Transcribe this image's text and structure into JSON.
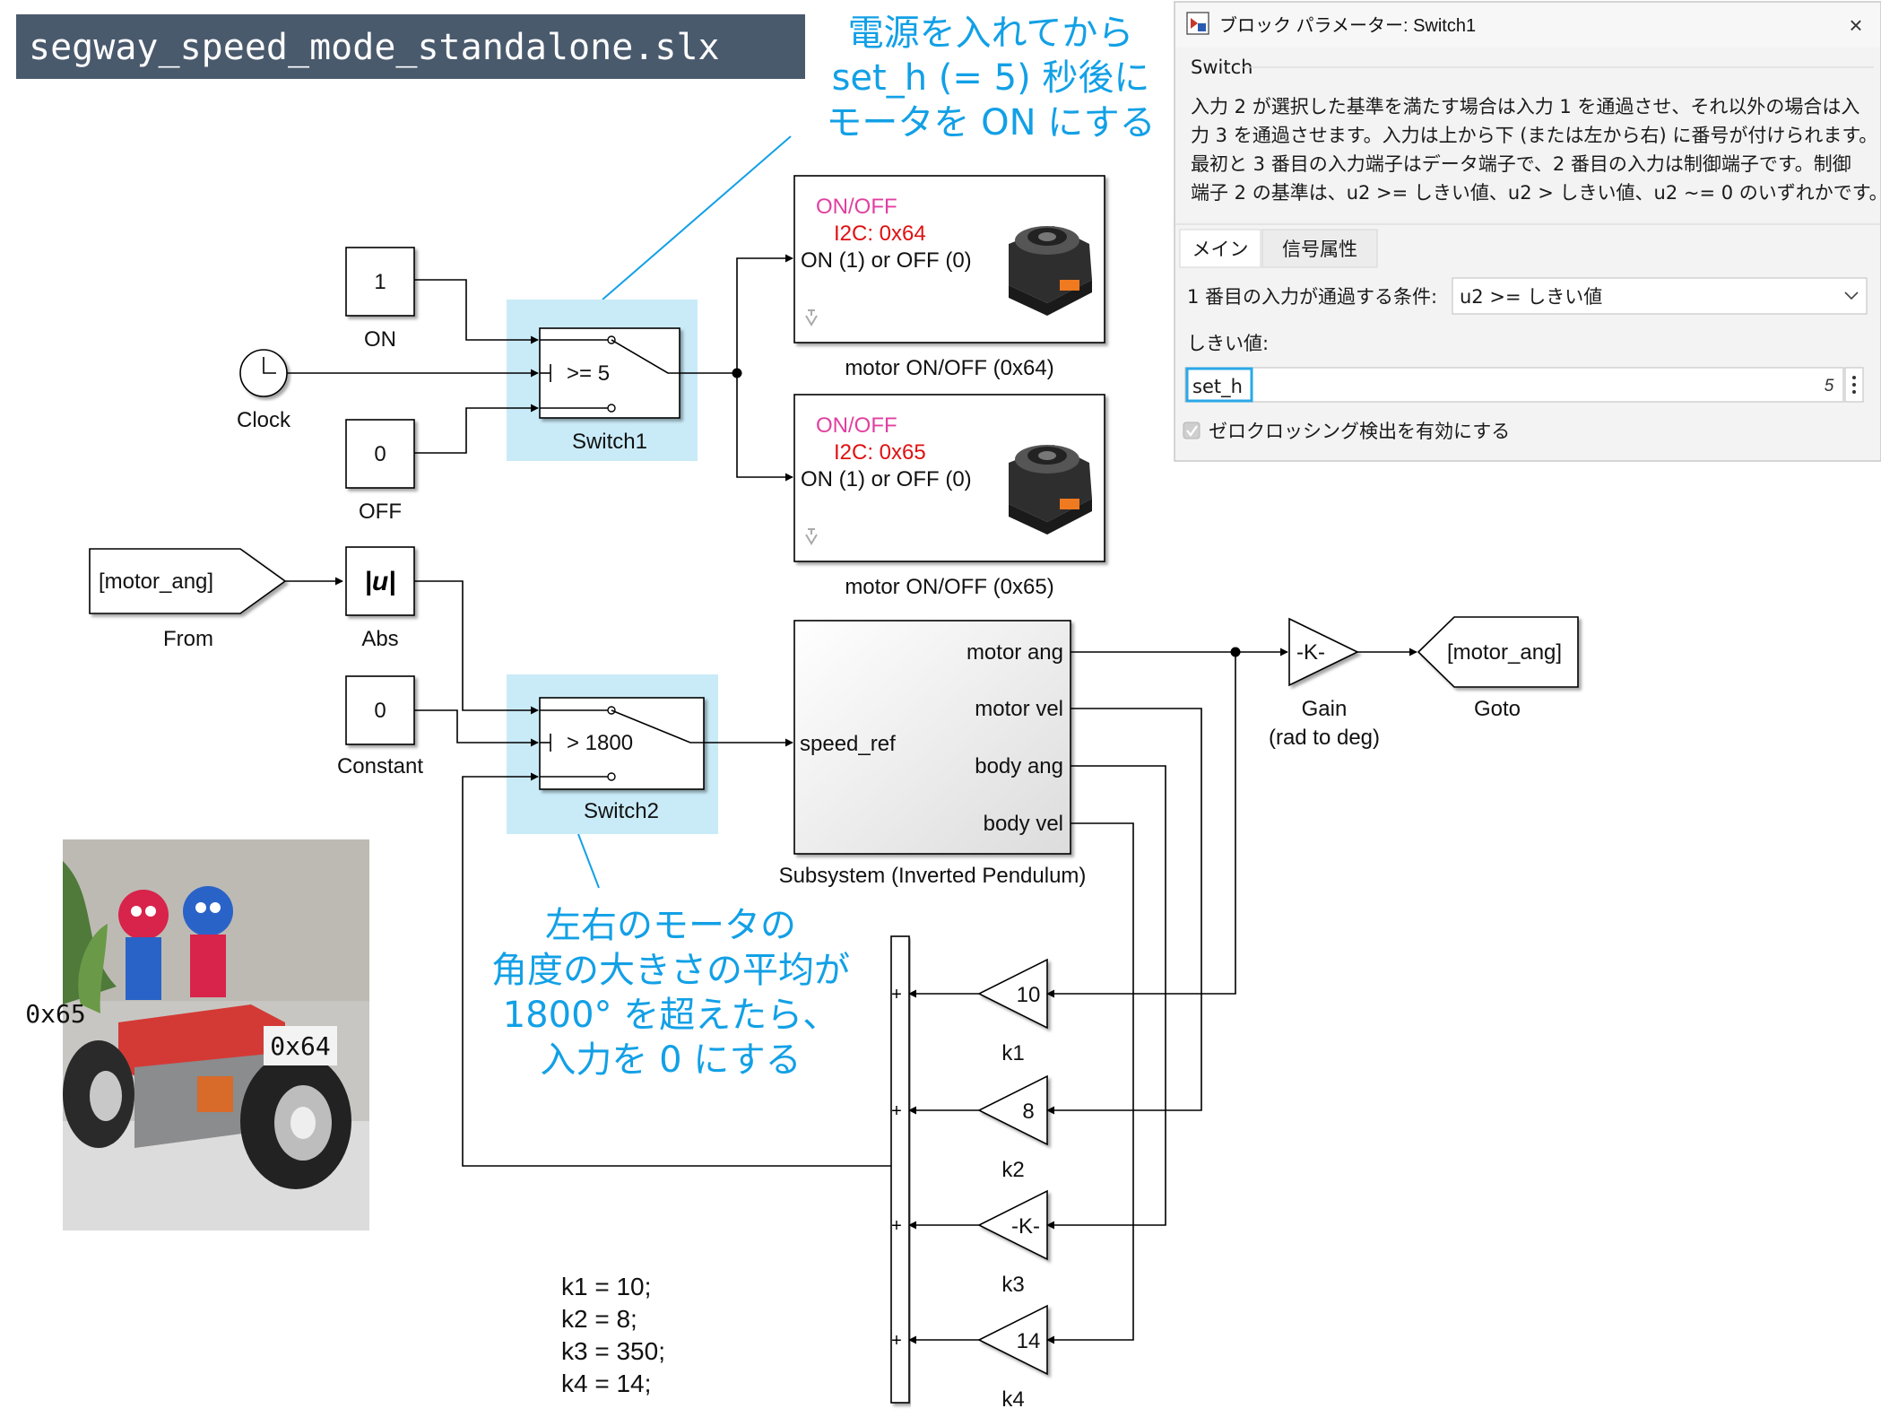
{
  "title_tag": "segway_speed_mode_standalone.slx",
  "annotations": {
    "top": [
      "電源を入れてから",
      "set_h (= 5) 秒後に",
      "モータを ON にする"
    ],
    "middle": [
      "左右のモータの",
      "角度の大きさの平均が",
      "1800° を超えたら、",
      "入力を 0 にする"
    ]
  },
  "blocks": {
    "const_on": {
      "value": "1",
      "name": "ON"
    },
    "clock": {
      "name": "Clock"
    },
    "const_off": {
      "value": "0",
      "name": "OFF"
    },
    "switch1": {
      "cond": ">= 5",
      "name": "Switch1"
    },
    "motor64": {
      "line1": "ON/OFF",
      "line2": "I2C: 0x64",
      "line3": "ON (1) or OFF (0)",
      "name": "motor ON/OFF (0x64)"
    },
    "motor65": {
      "line1": "ON/OFF",
      "line2": "I2C: 0x65",
      "line3": "ON (1) or OFF (0)",
      "name": "motor ON/OFF (0x65)"
    },
    "from": {
      "tag": "[motor_ang]",
      "name": "From"
    },
    "abs": {
      "value": "|u|",
      "name": "Abs"
    },
    "const0": {
      "value": "0",
      "name": "Constant"
    },
    "switch2": {
      "cond": "> 1800",
      "name": "Switch2"
    },
    "subsystem": {
      "in": "speed_ref",
      "out1": "motor ang",
      "out2": "motor vel",
      "out3": "body ang",
      "out4": "body vel",
      "name": "Subsystem (Inverted Pendulum)"
    },
    "gain": {
      "value": "-K-",
      "name1": "Gain",
      "name2": "(rad to deg)"
    },
    "goto": {
      "tag": "[motor_ang]",
      "name": "Goto"
    },
    "k1": {
      "value": "10",
      "name": "k1"
    },
    "k2": {
      "value": "8",
      "name": "k2"
    },
    "k3": {
      "value": "-K-",
      "name": "k3"
    },
    "k4": {
      "value": "14",
      "name": "k4"
    },
    "sum_signs": [
      "+",
      "+",
      "+",
      "+"
    ]
  },
  "params_text": [
    "k1 = 10;",
    "k2 = 8;",
    "k3 = 350;",
    "k4 = 14;"
  ],
  "photo_labels": {
    "left": "0x65",
    "right": "0x64"
  },
  "dialog": {
    "title": "ブロック パラメーター: Switch1",
    "close": "×",
    "group": "Switch",
    "desc": [
      "入力 2 が選択した基準を満たす場合は入力 1 を通過させ、それ以外の場合は入",
      "力 3 を通過させます。入力は上から下 (または左から右) に番号が付けられます。",
      "最初と 3 番目の入力端子はデータ端子で、2 番目の入力は制御端子です。制御",
      "端子 2 の基準は、u2 >= しきい値、u2 > しきい値、u2 ~= 0 のいずれかです。"
    ],
    "tabs": [
      "メイン",
      "信号属性"
    ],
    "criteria_label": "1 番目の入力が通過する条件:",
    "criteria_value": "u2 >= しきい値",
    "threshold_label": "しきい値:",
    "threshold_value": "set_h",
    "threshold_eval": "5",
    "zc_label": "ゼロクロッシング検出を有効にする"
  },
  "colors": {
    "annotation": "#12a0e6",
    "highlight": "#c9ebf8",
    "tag_bg": "#4a5a6d",
    "onoff": "#e040a0",
    "i2c": "#e01010"
  }
}
